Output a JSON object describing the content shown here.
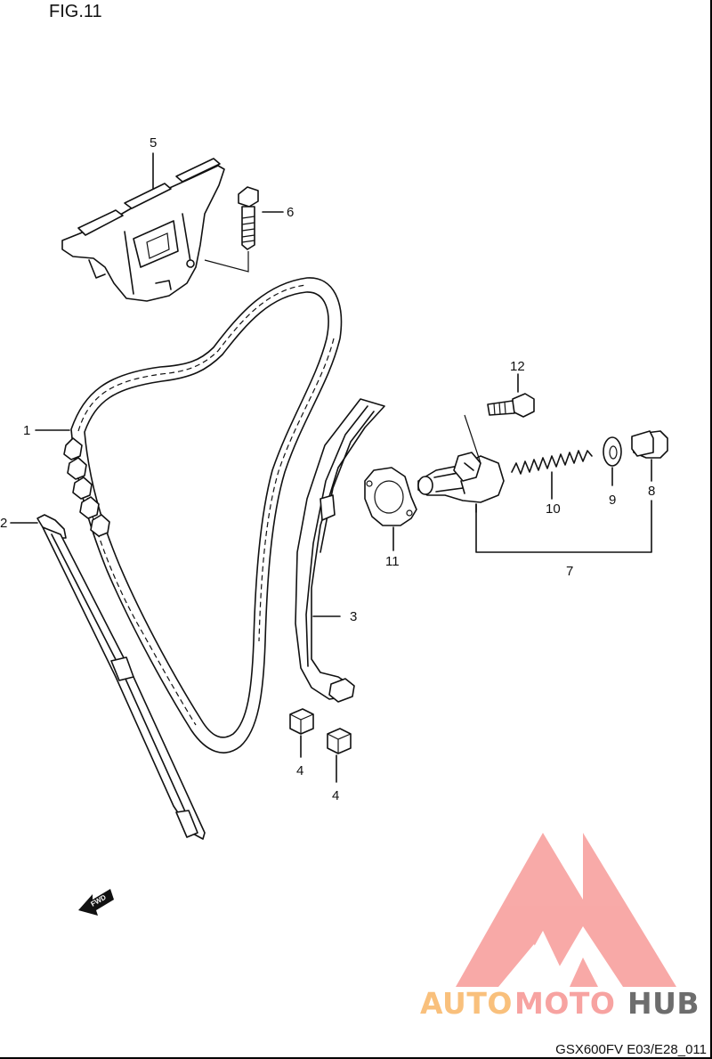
{
  "figure": {
    "title": "FIG.11",
    "code": "GSX600FV E03/E28_011"
  },
  "callouts": {
    "c1": "1",
    "c2": "2",
    "c3": "3",
    "c4a": "4",
    "c4b": "4",
    "c5": "5",
    "c6": "6",
    "c7": "7",
    "c8": "8",
    "c9": "9",
    "c10": "10",
    "c11": "11",
    "c12": "12"
  },
  "fwd_arrow": {
    "label": "FWD"
  },
  "watermark": {
    "part1": "AUTO",
    "part2": "MOTO",
    "part3": "HUB",
    "colors": {
      "auto": "#f9c07c",
      "moto": "#f7a3a1",
      "hub": "#6d6d6d",
      "logo": "#f8a5a3"
    }
  }
}
